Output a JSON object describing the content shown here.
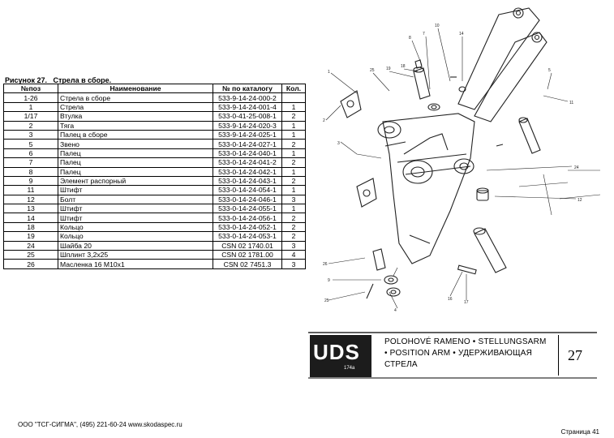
{
  "caption": "Рисунок 27.   Стрела в сборе.",
  "table": {
    "headers": [
      "№поз",
      "Наименование",
      "№ по каталогу",
      "Кол."
    ],
    "rows": [
      [
        "1-26",
        "Стрела в сборе",
        "533-9-14-24-000-2",
        ""
      ],
      [
        "1",
        "Стрела",
        "533-9-14-24-001-4",
        "1"
      ],
      [
        "1/17",
        "Втулка",
        "533-0-41-25-008-1",
        "2"
      ],
      [
        "2",
        "Тяга",
        "533-9-14-24-020-3",
        "1"
      ],
      [
        "3",
        "Палец в сборе",
        "533-9-14-24-025-1",
        "1"
      ],
      [
        "5",
        "Звено",
        "533-0-14-24-027-1",
        "2"
      ],
      [
        "6",
        "Палец",
        "533-0-14-24-040-1",
        "1"
      ],
      [
        "7",
        "Палец",
        "533-0-14-24-041-2",
        "2"
      ],
      [
        "8",
        "Палец",
        "533-0-14-24-042-1",
        "1"
      ],
      [
        "9",
        "Элемент распорный",
        "533-0-14-24-043-1",
        "2"
      ],
      [
        "11",
        "Штифт",
        "533-0-14-24-054-1",
        "1"
      ],
      [
        "12",
        "Болт",
        "533-0-14-24-046-1",
        "3"
      ],
      [
        "13",
        "Штифт",
        "533-0-14-24-055-1",
        "1"
      ],
      [
        "14",
        "Штифт",
        "533-0-14-24-056-1",
        "2"
      ],
      [
        "18",
        "Кольцо",
        "533-0-14-24-052-1",
        "2"
      ],
      [
        "19",
        "Кольцо",
        "533-0-14-24-053-1",
        "2"
      ],
      [
        "24",
        "Шайба 20",
        "CSN 02 1740.01",
        "3"
      ],
      [
        "25",
        "Шплинт 3,2x25",
        "CSN 02 1781.00",
        "4"
      ],
      [
        "26",
        "Масленка 16 М10х1",
        "CSN 02 7451.3",
        "3"
      ]
    ]
  },
  "title_strip": {
    "logo": "UDS",
    "logo_code": "174a",
    "title": "POLOHOVÉ RAMENO • STELLUNGSARM • POSITION ARM • УДЕРЖИВАЮЩАЯ СТРЕЛА",
    "figure_number": "27"
  },
  "footer": {
    "company": "ООО \"ТСГ-СИГМА\", (495) 221-60-24 www.skodaspec.ru",
    "page": "Страница 41"
  }
}
